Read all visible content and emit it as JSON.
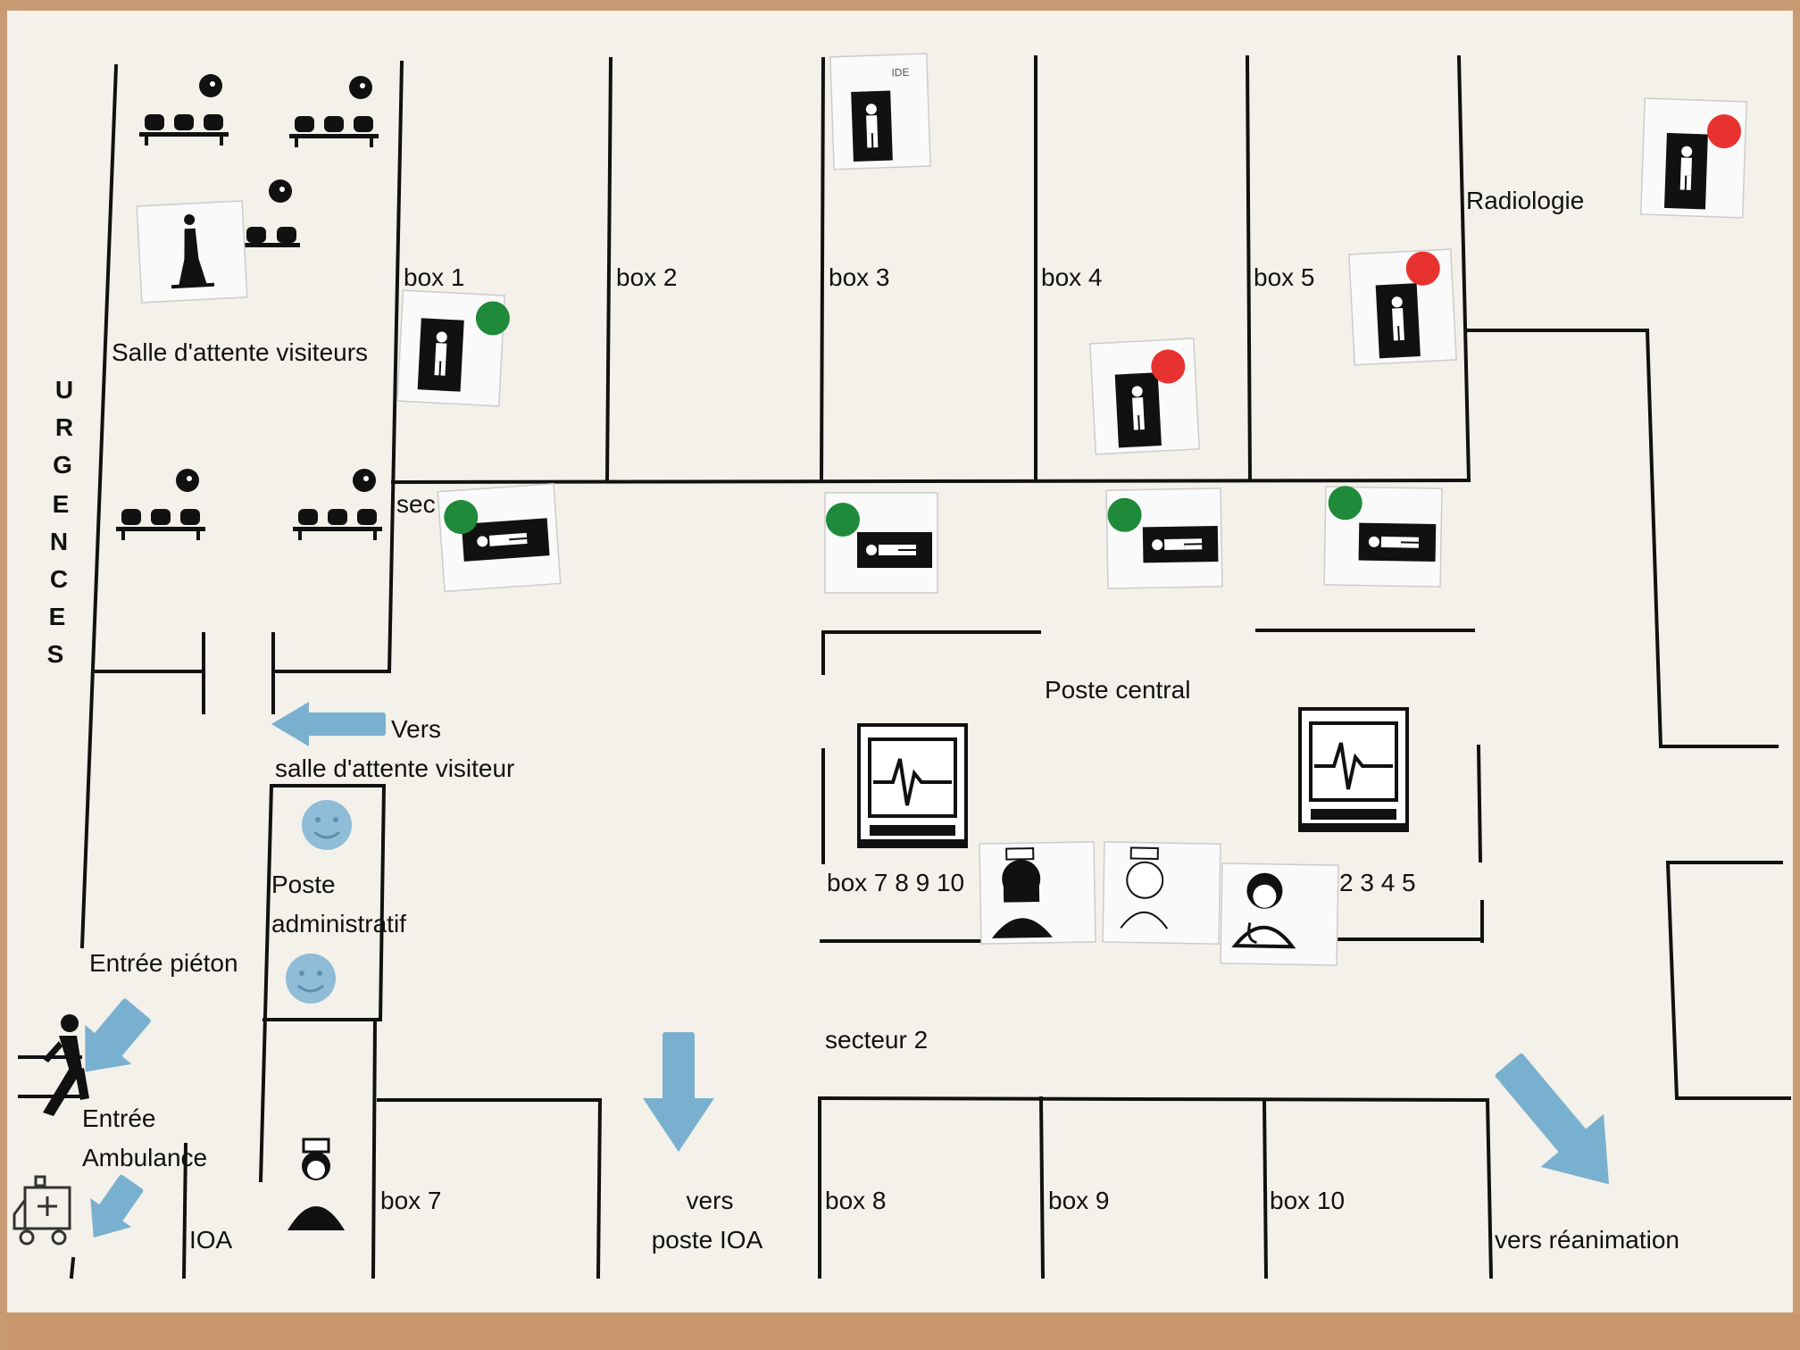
{
  "map": {
    "urgences_vertical": [
      "U",
      "R",
      "G",
      "E",
      "N",
      "C",
      "E",
      "S"
    ],
    "salle_attente_visiteurs": "Salle d'attente visiteurs",
    "boxes_top": [
      "box 1",
      "box 2",
      "box 3",
      "box 4",
      "box 5"
    ],
    "radiologie": "Radiologie",
    "secteur1_partial": "sec",
    "vers_salle_line1": "Vers",
    "vers_salle_line2": "salle d'attente visiteur",
    "poste_admin_line1": "Poste",
    "poste_admin_line2": "administratif",
    "entree_pieton": "Entrée piéton",
    "entree_ambulance_line1": "Entrée",
    "entree_ambulance_line2": "Ambulance",
    "ioa": "IOA",
    "poste_central": "Poste central",
    "central_left_label": "box  7 8 9 10",
    "central_right_label": "2 3 4 5",
    "secteur2": "secteur 2",
    "boxes_bottom": [
      "box 7",
      "box 8",
      "box 9",
      "box 10"
    ],
    "vers_poste_ioa_line1": "vers",
    "vers_poste_ioa_line2": "poste IOA",
    "vers_reanimation": "vers réanimation",
    "card_note": "IDE"
  },
  "status_colors": {
    "green": "#1f8a3a",
    "red": "#e8322f",
    "arrow": "#7ab0cf",
    "face": "#8fbcd6"
  }
}
